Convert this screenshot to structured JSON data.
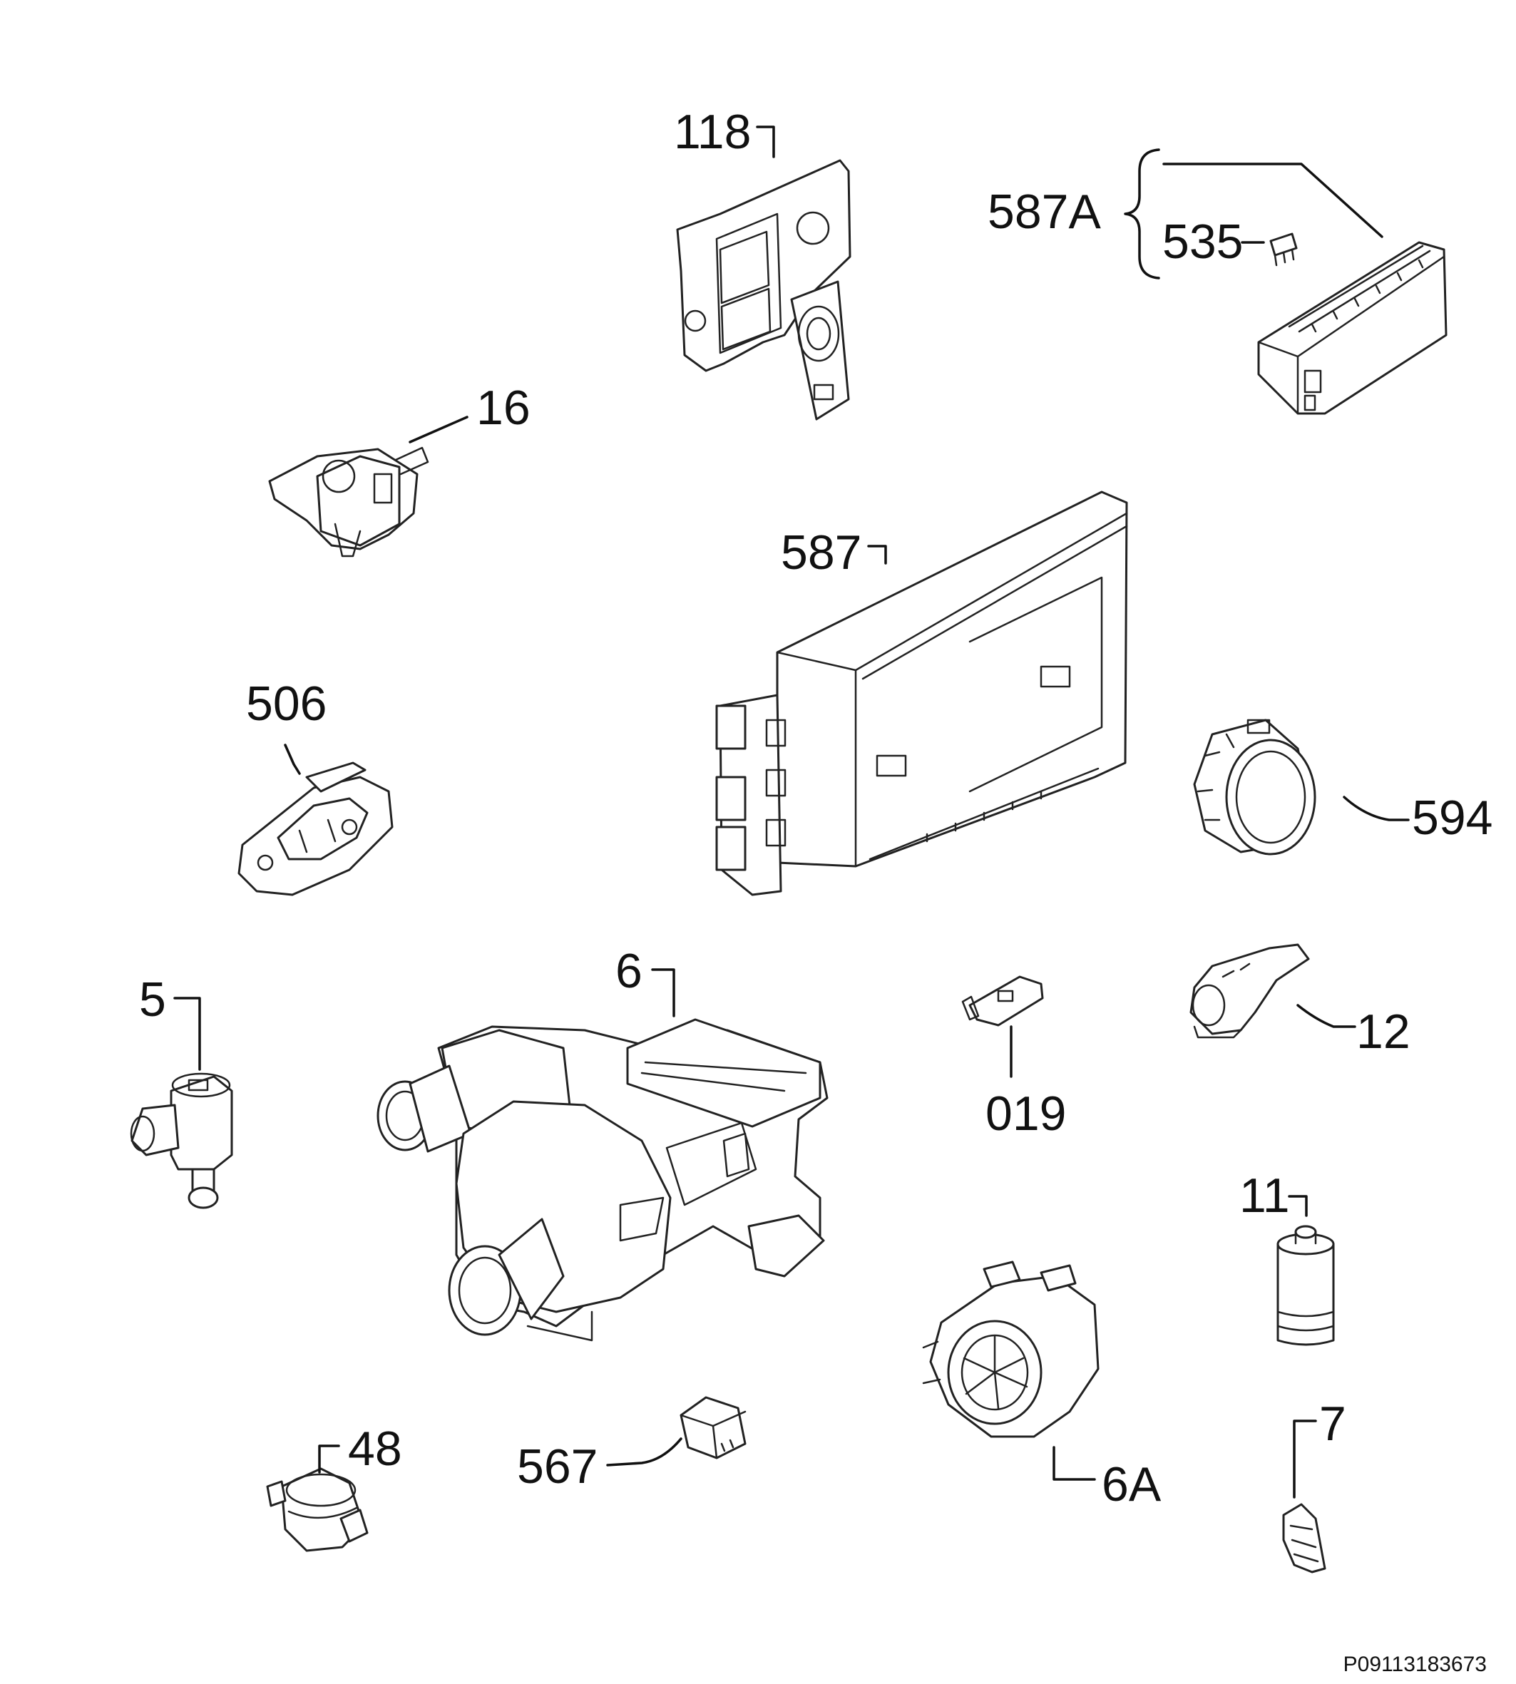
{
  "diagram": {
    "reference_code": "P09113183673",
    "labels": {
      "p118": "118",
      "p587A": "587A",
      "p535": "535",
      "p16": "16",
      "p587": "587",
      "p506": "506",
      "p594": "594",
      "p6": "6",
      "p5": "5",
      "p019": "019",
      "p12": "12",
      "p11": "11",
      "p48": "48",
      "p567": "567",
      "p6A": "6A",
      "p7": "7"
    }
  }
}
